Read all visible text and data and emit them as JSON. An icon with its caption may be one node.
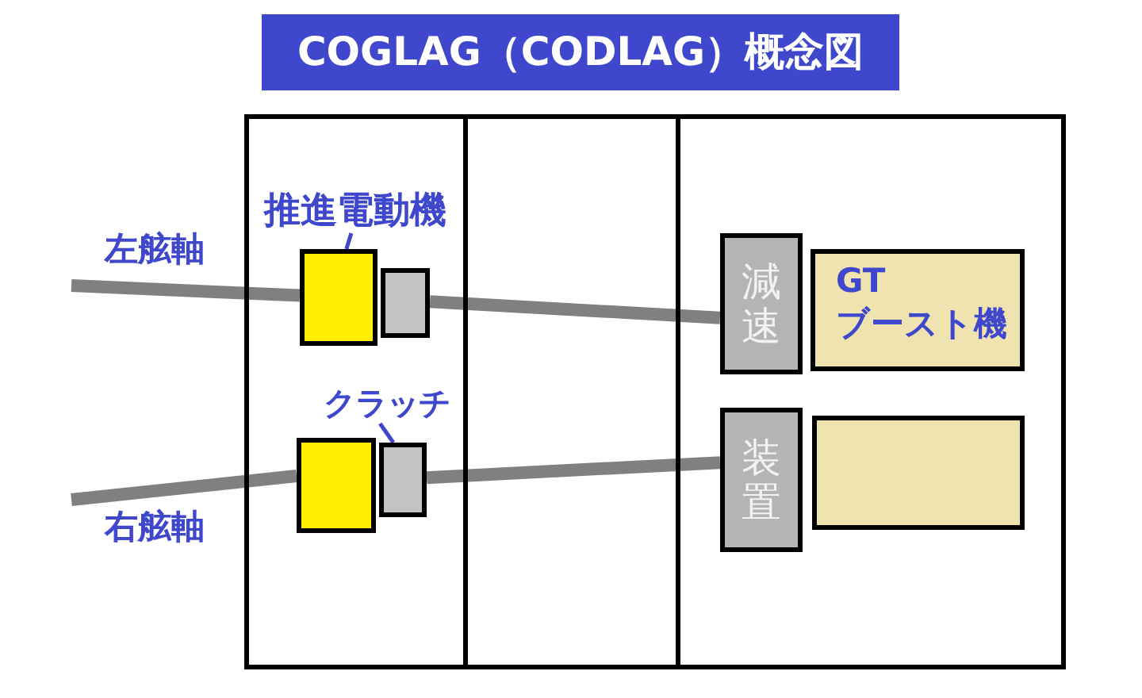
{
  "diagram": {
    "title": "COGLAG（CODLAG）概念図",
    "nodes": [
      {
        "text": [
          "推進電動機"
        ]
      },
      {
        "text": [],
        "shape": "box"
      },
      {
        "text": [],
        "shape": "box"
      },
      {
        "text": [
          "クラッチ"
        ]
      },
      {
        "text": [],
        "shape": "box"
      },
      {
        "text": [],
        "shape": "box"
      },
      {
        "text": [
          "減速"
        ]
      },
      {
        "text": [
          "GT ブースト機"
        ]
      },
      {
        "text": [
          "装置"
        ]
      },
      {
        "text": [],
        "shape": "box"
      }
    ],
    "edges": [
      {
        "from": null,
        "to": 1,
        "arrow": "none"
      },
      {
        "from": 2,
        "to": 6,
        "arrow": "none"
      },
      {
        "from": null,
        "to": 4,
        "arrow": "none"
      },
      {
        "from": 5,
        "to": 8,
        "arrow": "none"
      },
      {
        "from": 0,
        "to": 1,
        "arrow": "none",
        "color": "#3f48cc"
      },
      {
        "from": 3,
        "to": 5,
        "arrow": "none",
        "color": "#3f48cc"
      }
    ],
    "labels": [
      "左舷軸",
      "右舷軸"
    ]
  }
}
